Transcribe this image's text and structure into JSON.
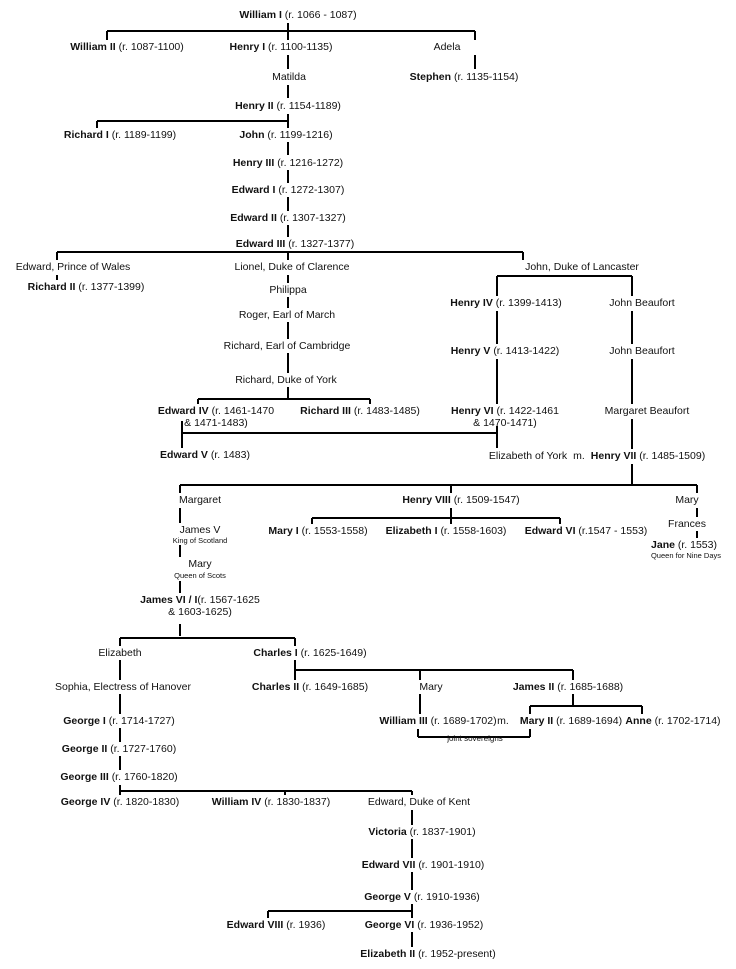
{
  "people": {
    "william_i": {
      "name": "William I",
      "reign": " (r. 1066 - 1087)"
    },
    "william_ii": {
      "name": "William II",
      "reign": " (r. 1087-1100)"
    },
    "henry_i": {
      "name": "Henry I",
      "reign": " (r. 1100-1135)"
    },
    "adela": {
      "name": "Adela",
      "reign": ""
    },
    "matilda": {
      "name": "Matilda",
      "reign": ""
    },
    "stephen": {
      "name": "Stephen",
      "reign": " (r. 1135-1154)"
    },
    "henry_ii": {
      "name": "Henry II",
      "reign": " (r. 1154-1189)"
    },
    "richard_i": {
      "name": "Richard I",
      "reign": " (r. 1189-1199)"
    },
    "john": {
      "name": "John",
      "reign": " (r. 1199-1216)"
    },
    "henry_iii": {
      "name": "Henry III",
      "reign": " (r. 1216-1272)"
    },
    "edward_i": {
      "name": "Edward I",
      "reign": " (r. 1272-1307)"
    },
    "edward_ii": {
      "name": "Edward II",
      "reign": " (r. 1307-1327)"
    },
    "edward_iii": {
      "name": "Edward III",
      "reign": " (r. 1327-1377)"
    },
    "edward_prince": {
      "name": "Edward, Prince of Wales",
      "reign": ""
    },
    "lionel": {
      "name": "Lionel, Duke of Clarence",
      "reign": ""
    },
    "john_lancaster": {
      "name": "John, Duke of Lancaster",
      "reign": ""
    },
    "richard_ii": {
      "name": "Richard II",
      "reign": " (r. 1377-1399)"
    },
    "philippa": {
      "name": "Philippa",
      "reign": ""
    },
    "henry_iv": {
      "name": "Henry IV",
      "reign": " (r. 1399-1413)"
    },
    "john_beaufort_1": {
      "name": "John Beaufort",
      "reign": ""
    },
    "roger": {
      "name": "Roger, Earl of March",
      "reign": ""
    },
    "richard_cambridge": {
      "name": "Richard, Earl of Cambridge",
      "reign": ""
    },
    "henry_v": {
      "name": "Henry V",
      "reign": " (r. 1413-1422)"
    },
    "john_beaufort_2": {
      "name": "John Beaufort",
      "reign": ""
    },
    "richard_york": {
      "name": "Richard, Duke of York",
      "reign": ""
    },
    "edward_iv": {
      "name": "Edward IV",
      "reign": " (r. 1461-1470",
      "reign2": "& 1471-1483)"
    },
    "richard_iii": {
      "name": "Richard III",
      "reign": " (r. 1483-1485)"
    },
    "henry_vi": {
      "name": "Henry VI",
      "reign": " (r. 1422-1461",
      "reign2": "& 1470-1471)"
    },
    "margaret_beaufort": {
      "name": "Margaret Beaufort",
      "reign": ""
    },
    "edward_v": {
      "name": "Edward V",
      "reign": " (r. 1483)"
    },
    "elizabeth_york": {
      "name": "Elizabeth of York",
      "reign": ""
    },
    "marriage_1": {
      "name": "m.",
      "reign": ""
    },
    "henry_vii": {
      "name": "Henry VII",
      "reign": " (r. 1485-1509)"
    },
    "margaret": {
      "name": "Margaret",
      "reign": ""
    },
    "henry_viii": {
      "name": "Henry VIII",
      "reign": " (r. 1509-1547)"
    },
    "mary_tudor": {
      "name": "Mary",
      "reign": ""
    },
    "james_v": {
      "name": "James V",
      "reign": "",
      "note": "King of Scotland"
    },
    "mary_i": {
      "name": "Mary I",
      "reign": " (r. 1553-1558)"
    },
    "elizabeth_i": {
      "name": "Elizabeth I",
      "reign": " (r. 1558-1603)"
    },
    "edward_vi": {
      "name": "Edward VI",
      "reign": " (r.1547 - 1553)"
    },
    "frances": {
      "name": "Frances",
      "reign": ""
    },
    "mary_scots": {
      "name": "Mary",
      "reign": "",
      "note": "Queen of Scots"
    },
    "jane": {
      "name": "Jane",
      "reign": " (r. 1553)",
      "note": "Queen for Nine Days"
    },
    "james_vi": {
      "name": "James VI / I",
      "reign": "(r. 1567-1625",
      "reign2": "& 1603-1625)"
    },
    "elizabeth_stuart": {
      "name": "Elizabeth",
      "reign": ""
    },
    "charles_i": {
      "name": "Charles I",
      "reign": " (r. 1625-1649)"
    },
    "sophia": {
      "name": "Sophia, Electress of Hanover",
      "reign": ""
    },
    "charles_ii": {
      "name": "Charles II",
      "reign": " (r. 1649-1685)"
    },
    "mary_orange": {
      "name": "Mary",
      "reign": ""
    },
    "james_ii": {
      "name": "James II",
      "reign": " (r. 1685-1688)"
    },
    "george_i": {
      "name": "George I",
      "reign": " (r. 1714-1727)"
    },
    "william_iii": {
      "name": "William III",
      "reign": " (r. 1689-1702)"
    },
    "marriage_2": {
      "name": "m.",
      "reign": ""
    },
    "mary_ii": {
      "name": "Mary II",
      "reign": " (r. 1689-1694)"
    },
    "anne": {
      "name": "Anne",
      "reign": " (r. 1702-1714)"
    },
    "george_ii": {
      "name": "George II",
      "reign": " (r. 1727-1760)"
    },
    "george_iii": {
      "name": "George III",
      "reign": " (r. 1760-1820)"
    },
    "george_iv": {
      "name": "George IV",
      "reign": " (r. 1820-1830)"
    },
    "william_iv": {
      "name": "William IV",
      "reign": " (r. 1830-1837)"
    },
    "edward_kent": {
      "name": "Edward, Duke of Kent",
      "reign": ""
    },
    "victoria": {
      "name": "Victoria",
      "reign": " (r. 1837-1901)"
    },
    "edward_vii": {
      "name": "Edward VII",
      "reign": " (r. 1901-1910)"
    },
    "george_v": {
      "name": "George V",
      "reign": " (r. 1910-1936)"
    },
    "edward_viii": {
      "name": "Edward VIII",
      "reign": " (r. 1936)"
    },
    "george_vi": {
      "name": "George VI",
      "reign": " (r. 1936-1952)"
    },
    "elizabeth_ii": {
      "name": "Elizabeth II",
      "reign": " (r. 1952-present)"
    }
  },
  "labels": {
    "joint_sovereigns": "joint sovereigns"
  },
  "colors": {
    "line": "#000000",
    "text": "#111111"
  }
}
